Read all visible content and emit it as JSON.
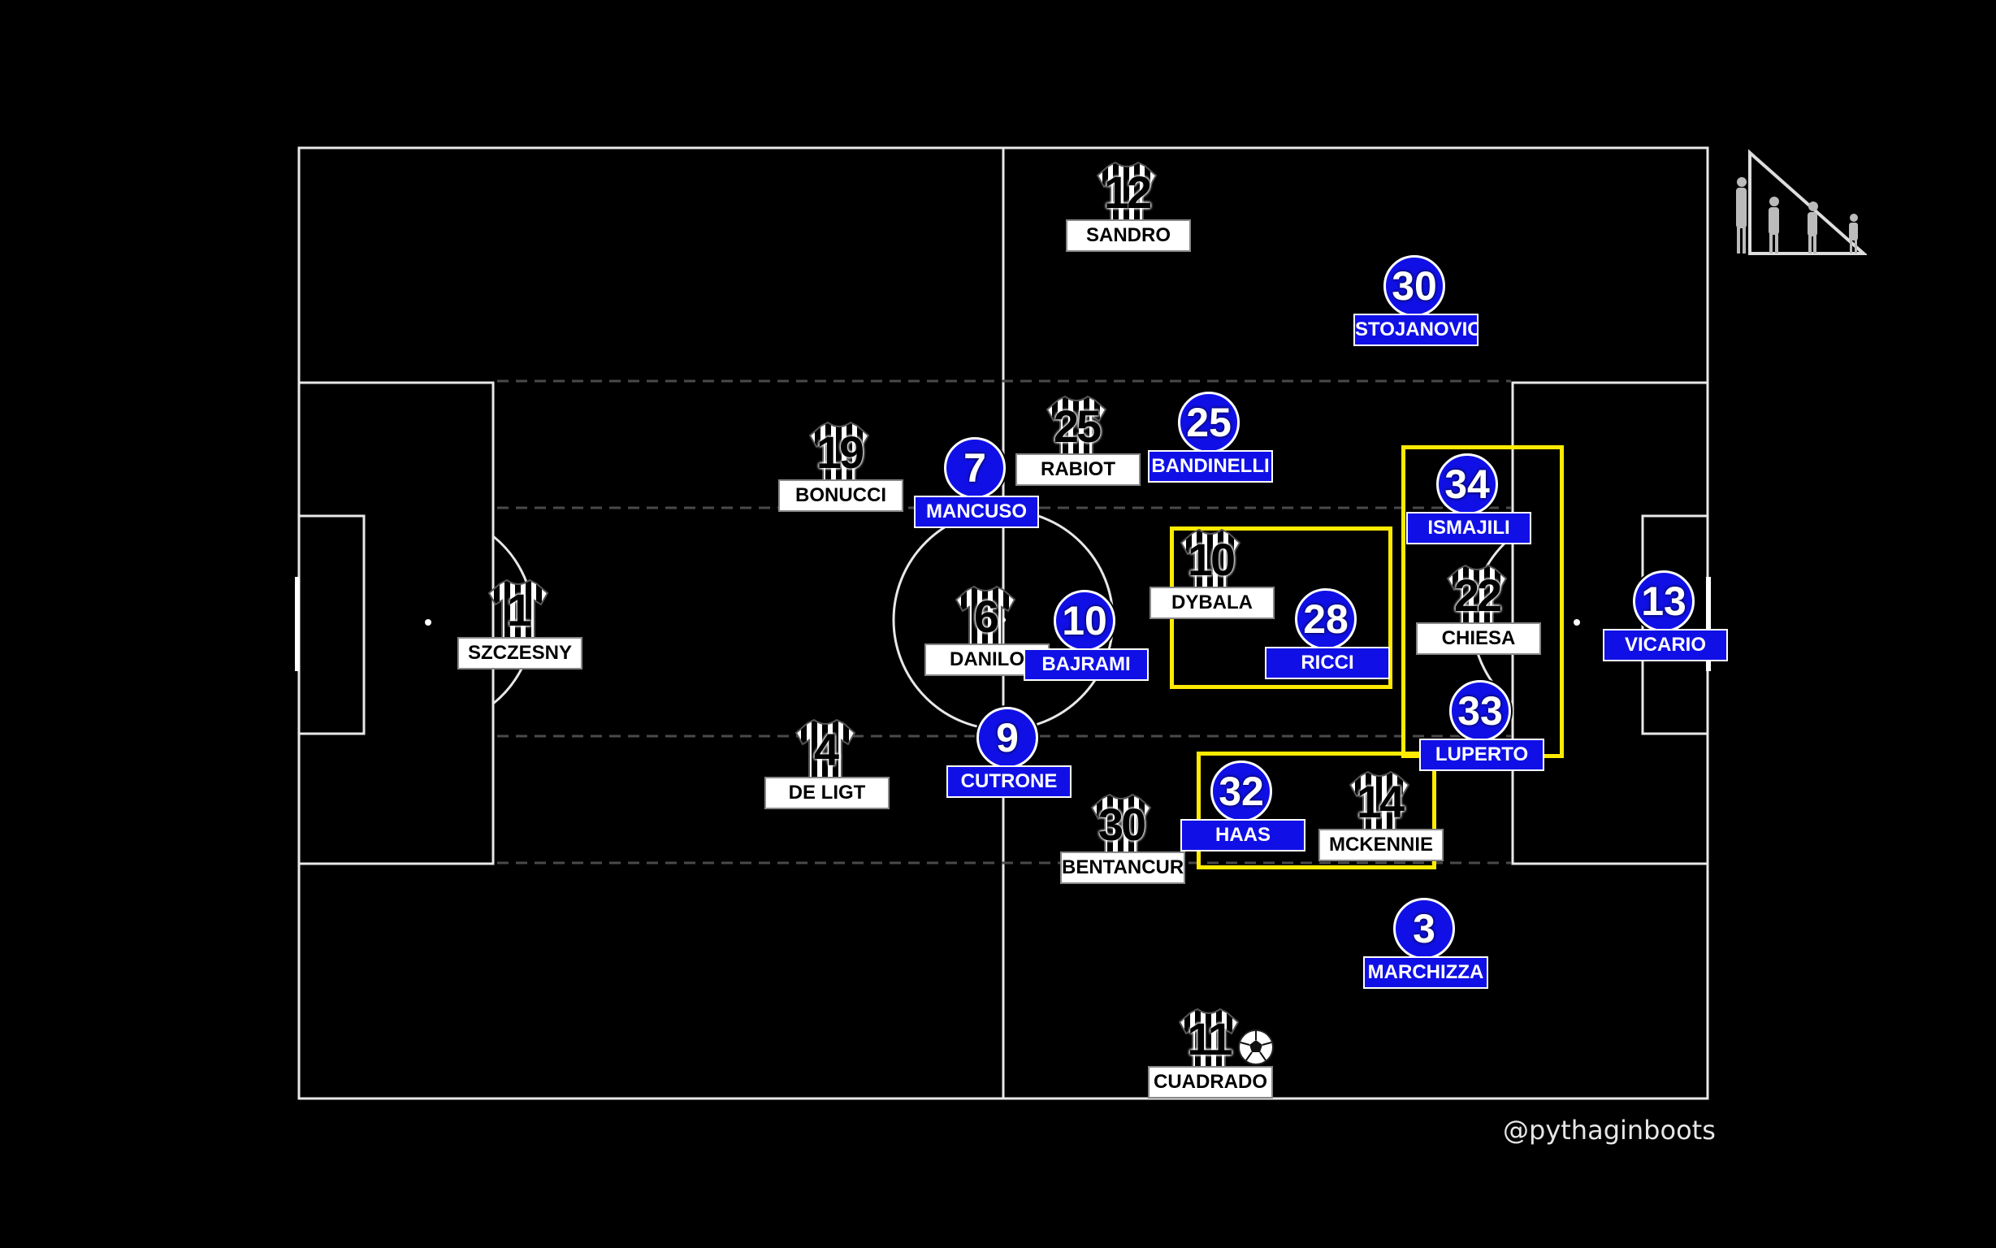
{
  "credit": "@pythaginboots",
  "colors": {
    "pitch_line": "#ffffff",
    "home_label_bg": "#ffffff",
    "away_circle": "#1010e6",
    "highlight": "#ffeb00"
  },
  "icons": {
    "ball": "football-icon",
    "logo": "triangle-figures-logo"
  },
  "home_players": [
    {
      "number": "12",
      "name": "SANDRO"
    },
    {
      "number": "19",
      "name": "BONUCCI"
    },
    {
      "number": "25",
      "name": "RABIOT"
    },
    {
      "number": "1",
      "name": "SZCZESNY"
    },
    {
      "number": "6",
      "name": "DANILO"
    },
    {
      "number": "10",
      "name": "DYBALA"
    },
    {
      "number": "22",
      "name": "CHIESA"
    },
    {
      "number": "4",
      "name": "DE LIGT"
    },
    {
      "number": "30",
      "name": "BENTANCUR"
    },
    {
      "number": "14",
      "name": "MCKENNIE"
    },
    {
      "number": "11",
      "name": "CUADRADO"
    }
  ],
  "away_players": [
    {
      "number": "30",
      "name": "STOJANOVIC"
    },
    {
      "number": "25",
      "name": "BANDINELLI"
    },
    {
      "number": "7",
      "name": "MANCUSO"
    },
    {
      "number": "34",
      "name": "ISMAJILI"
    },
    {
      "number": "10",
      "name": "BAJRAMI"
    },
    {
      "number": "28",
      "name": "RICCI"
    },
    {
      "number": "13",
      "name": "VICARIO"
    },
    {
      "number": "9",
      "name": "CUTRONE"
    },
    {
      "number": "33",
      "name": "LUPERTO"
    },
    {
      "number": "32",
      "name": "HAAS"
    },
    {
      "number": "3",
      "name": "MARCHIZZA"
    }
  ]
}
